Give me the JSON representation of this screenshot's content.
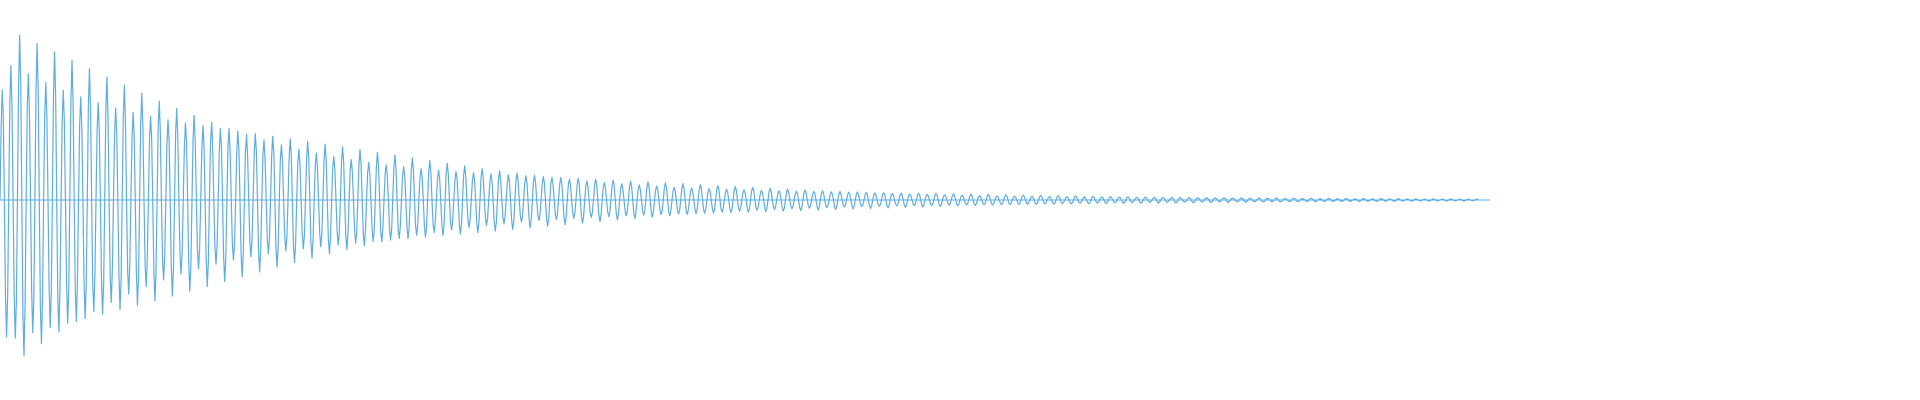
{
  "waveform": {
    "color": "#5DADE2",
    "background": "#FFFFFF",
    "peak_amplitude_fraction": 0.9,
    "decay": "exponential",
    "audible_duration_fraction": 0.77,
    "cycles_in_view": 220
  }
}
